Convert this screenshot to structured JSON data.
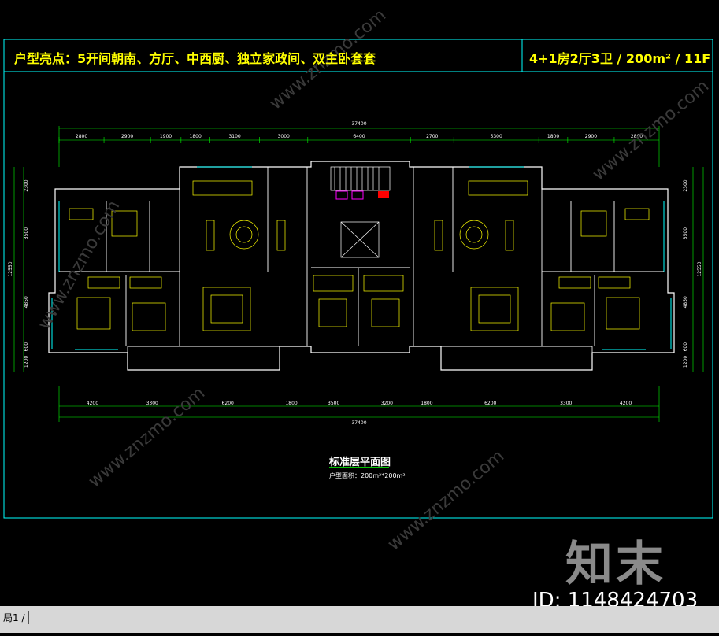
{
  "header": {
    "left_text": "户型亮点：5开间朝南、方厅、中西厨、独立家政间、双主卧套套",
    "right_text": "4+1房2厅3卫 / 200m² / 11F"
  },
  "dimensions": {
    "top_total": "37400",
    "top_segments": [
      "2800",
      "2900",
      "1900",
      "1800",
      "3100",
      "3000",
      "6400",
      "2700",
      "5300",
      "1800",
      "2900",
      "2800"
    ],
    "bottom_total": "37400",
    "bottom_segments": [
      "4200",
      "3300",
      "6200",
      "1800",
      "3500",
      "3200",
      "1800",
      "6200",
      "3300",
      "4200"
    ],
    "left_segments": [
      "2300",
      "3500",
      "4850",
      "600",
      "1200"
    ],
    "left_total": "12550",
    "right_segments": [
      "2300",
      "3500",
      "4850",
      "600",
      "1200"
    ],
    "right_total": "12550"
  },
  "drawing": {
    "title": "标准层平面图",
    "subtitle": "户型面积：200m²*200m²"
  },
  "watermark": {
    "site": "www.znzmo.com",
    "logo": "知末",
    "id": "ID: 1148424703"
  },
  "statusbar": {
    "tab_label": "局1 /"
  },
  "colors": {
    "frame": "#00ffff",
    "header_text": "#ffff00",
    "wall": "#ffffff",
    "dim": "#00ff00",
    "furniture": "#ffff00",
    "window": "#00ffff",
    "accent_red": "#ff0000",
    "accent_pink": "#ff00ff"
  }
}
